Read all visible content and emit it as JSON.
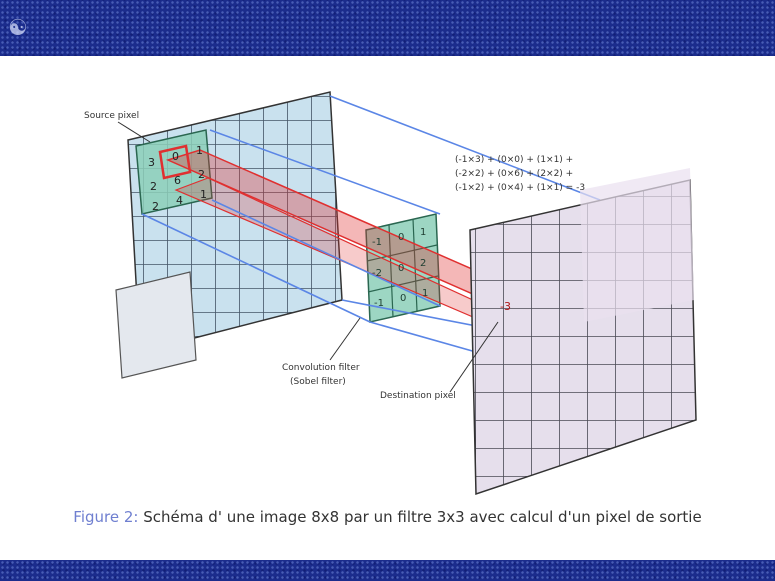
{
  "slide": {
    "colors": {
      "band": "#1b2c8c",
      "caption_label": "#6f7fd0",
      "source_tint": "#bcd9ea",
      "window_tint": "#8ccfb8",
      "kernel_red": "#e03030",
      "output_tint": "#ddd3e6",
      "connector_blue": "#5b86e6"
    },
    "decorative_icon": "logo-mark-icon"
  },
  "diagram": {
    "source_label": "Source pixel",
    "filter_label": "Convolution filter",
    "filter_label_2": "(Sobel filter)",
    "output_label": "Destination pixel",
    "equation_lines": [
      "(-1×3) + (0×0) + (1×1) +",
      "(-2×2) + (0×6) + (2×2) +",
      "(-1×2) + (0×4) + (1×1) = -3"
    ],
    "kernel_values": [
      "-1",
      "0",
      "1",
      "-2",
      "0",
      "2",
      "-1",
      "0",
      "1"
    ],
    "source_digits": [
      "3",
      "0",
      "1",
      "2",
      "6",
      "2",
      "2",
      "4",
      "1"
    ],
    "output_value": "-3"
  },
  "caption": {
    "label": "Figure 2:",
    "text": "Schéma d' une image 8x8 par un filtre 3x3 avec  calcul d'un  pixel de sortie"
  }
}
